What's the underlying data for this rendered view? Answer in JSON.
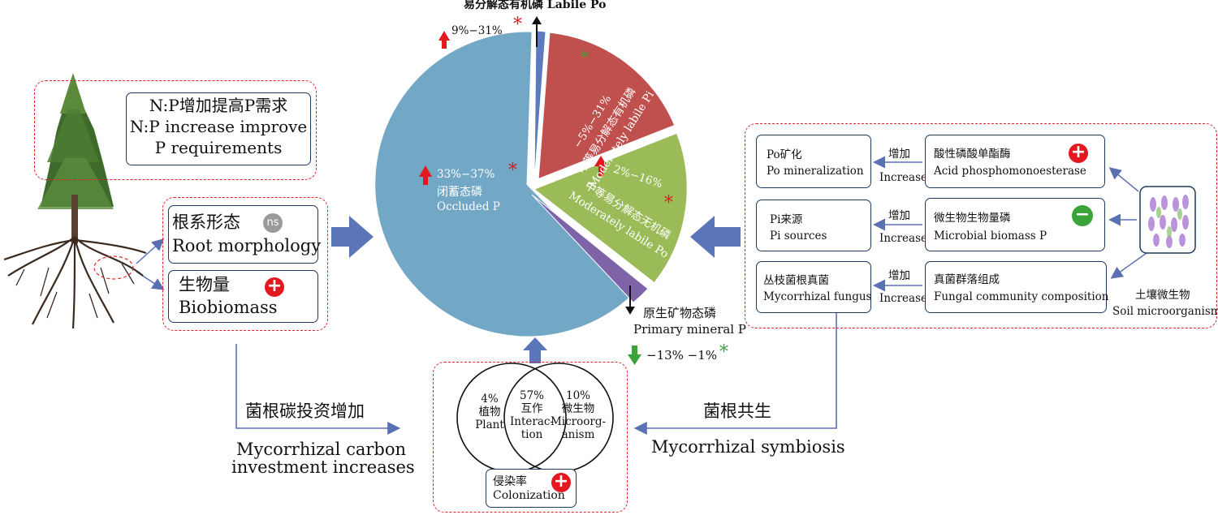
{
  "pie": {
    "title_top": "易分解态有机磷 Labile Po",
    "labile_pct": "9%−31%",
    "moderately_po": {
      "cn": "中等易分解态有机磷",
      "en": "Moderately labile Pi",
      "pct": "−5%−31%"
    },
    "moderately_pi": {
      "cn": "中等易分解态无机磷",
      "en": "Moderately labile Po",
      "pct": "2%−16%"
    },
    "occluded": {
      "cn": "闭蓄态磷",
      "en": "Occluded P",
      "pct": "33%−37%"
    },
    "primary": {
      "cn": "原生矿物态磷",
      "en": "Primary mineral P",
      "pct": "−13% −1%"
    },
    "asterisk": "*",
    "colors": {
      "occluded": "#72a7c6",
      "mod_po": "#c0504d",
      "mod_pi": "#9bbb59",
      "labile": "#5b7bbd",
      "primary": "#7f63a8"
    }
  },
  "left": {
    "np": {
      "cn": "N:P增加提高P需求",
      "en1": "N:P increase improve",
      "en2": "P requirements"
    },
    "root": {
      "cn": "根系形态",
      "en": "Root morphology",
      "badge": "ns"
    },
    "biomass": {
      "cn": "生物量",
      "en": "Biobiomass",
      "badge": "+"
    },
    "investment": {
      "cn": "菌根碳投资增加",
      "en1": "Mycorrhizal carbon",
      "en2": "investment increases"
    }
  },
  "right": {
    "po_min": {
      "cn": "Po矿化",
      "en": "Po mineralization"
    },
    "pi_src": {
      "cn": "Pi来源",
      "en": "Pi sources"
    },
    "myco": {
      "cn": "丛枝菌根真菌",
      "en": "Mycorrhizal fungus"
    },
    "acid": {
      "cn": "酸性磷酸单酯酶",
      "en": "Acid phosphomonoesterase",
      "badge": "+"
    },
    "mbp": {
      "cn": "微生物生物量磷",
      "en": "Microbial biomass P",
      "badge": "−"
    },
    "fungal": {
      "cn": "真菌群落组成",
      "en": "Fungal community composition"
    },
    "arrow_cn": "增加",
    "arrow_en": "Increase",
    "soil": {
      "cn": "土壤微生物",
      "en": "Soil microorganism"
    },
    "symbiosis": {
      "cn": "菌根共生",
      "en": "Mycorrhizal symbiosis"
    }
  },
  "venn": {
    "plant": {
      "pct": "4%",
      "cn": "植物",
      "en": "Plant"
    },
    "inter": {
      "pct": "57%",
      "cn": "互作",
      "en1": "Interac-",
      "en2": "tion"
    },
    "micro": {
      "pct": "10%",
      "cn": "微生物",
      "en1": "Microorg-",
      "en2": "anism"
    },
    "colonization": {
      "cn": "侵染率",
      "en": "Colonization",
      "badge": "+"
    }
  }
}
